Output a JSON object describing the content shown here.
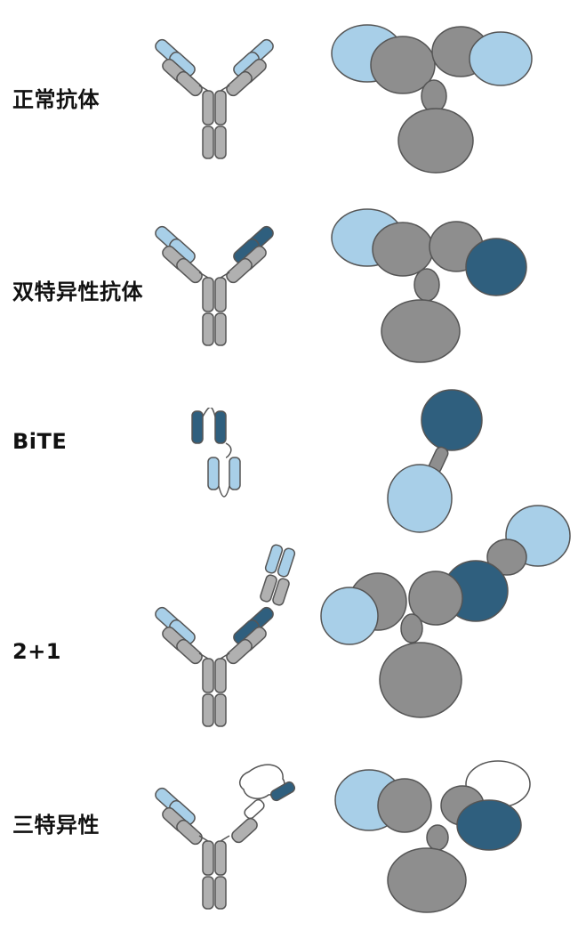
{
  "colors": {
    "gray": "#b0b0b0",
    "gray_stroke": "#555555",
    "light_blue": "#a8cfe8",
    "dark_blue": "#2f5f7e",
    "white": "#ffffff",
    "protein_gray": "#8e8e8e",
    "protein_gray_dark": "#6f6f6f"
  },
  "rows": [
    {
      "label": "正常抗体"
    },
    {
      "label": "双特异性抗体"
    },
    {
      "label": "BiTE"
    },
    {
      "label": "2+1"
    },
    {
      "label": "三特异性"
    }
  ]
}
